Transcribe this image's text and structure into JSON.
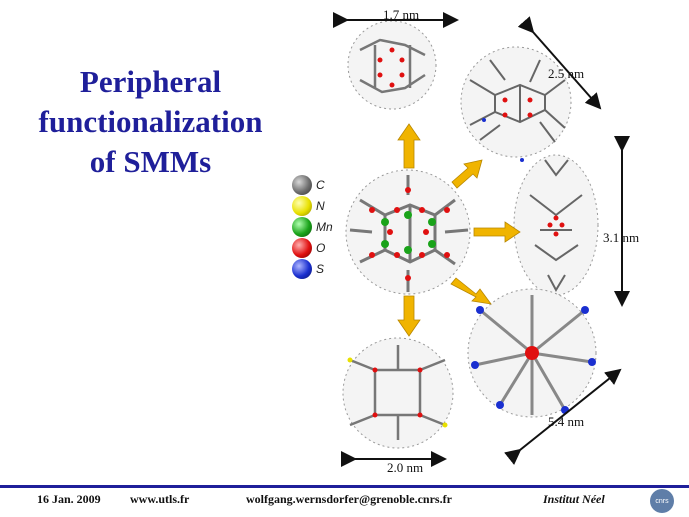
{
  "slide": {
    "title_lines": [
      "Peripheral",
      "functionalization",
      "of SMMs"
    ]
  },
  "legend": [
    {
      "label": "C",
      "color": "#6e6e6e"
    },
    {
      "label": "N",
      "color": "#e8e000"
    },
    {
      "label": "Mn",
      "color": "#1aa31a"
    },
    {
      "label": "O",
      "color": "#e01010"
    },
    {
      "label": "S",
      "color": "#1a2fd0"
    }
  ],
  "dimensions": {
    "top": "1.7 nm",
    "upper_right": "2.5 nm",
    "right": "3.1 nm",
    "lower_right": "5.4 nm",
    "bottom": "2.0 nm"
  },
  "colors": {
    "title": "#1f1f9a",
    "arrow": "#f0b400",
    "footer_rule": "#1f1f9a"
  },
  "footer": {
    "date": "16 Jan. 2009",
    "website": "www.utls.fr",
    "email": "wolfgang.wernsdorfer@grenoble.cnrs.fr",
    "institute": "Institut Néel",
    "logo_text": "cnrs"
  }
}
